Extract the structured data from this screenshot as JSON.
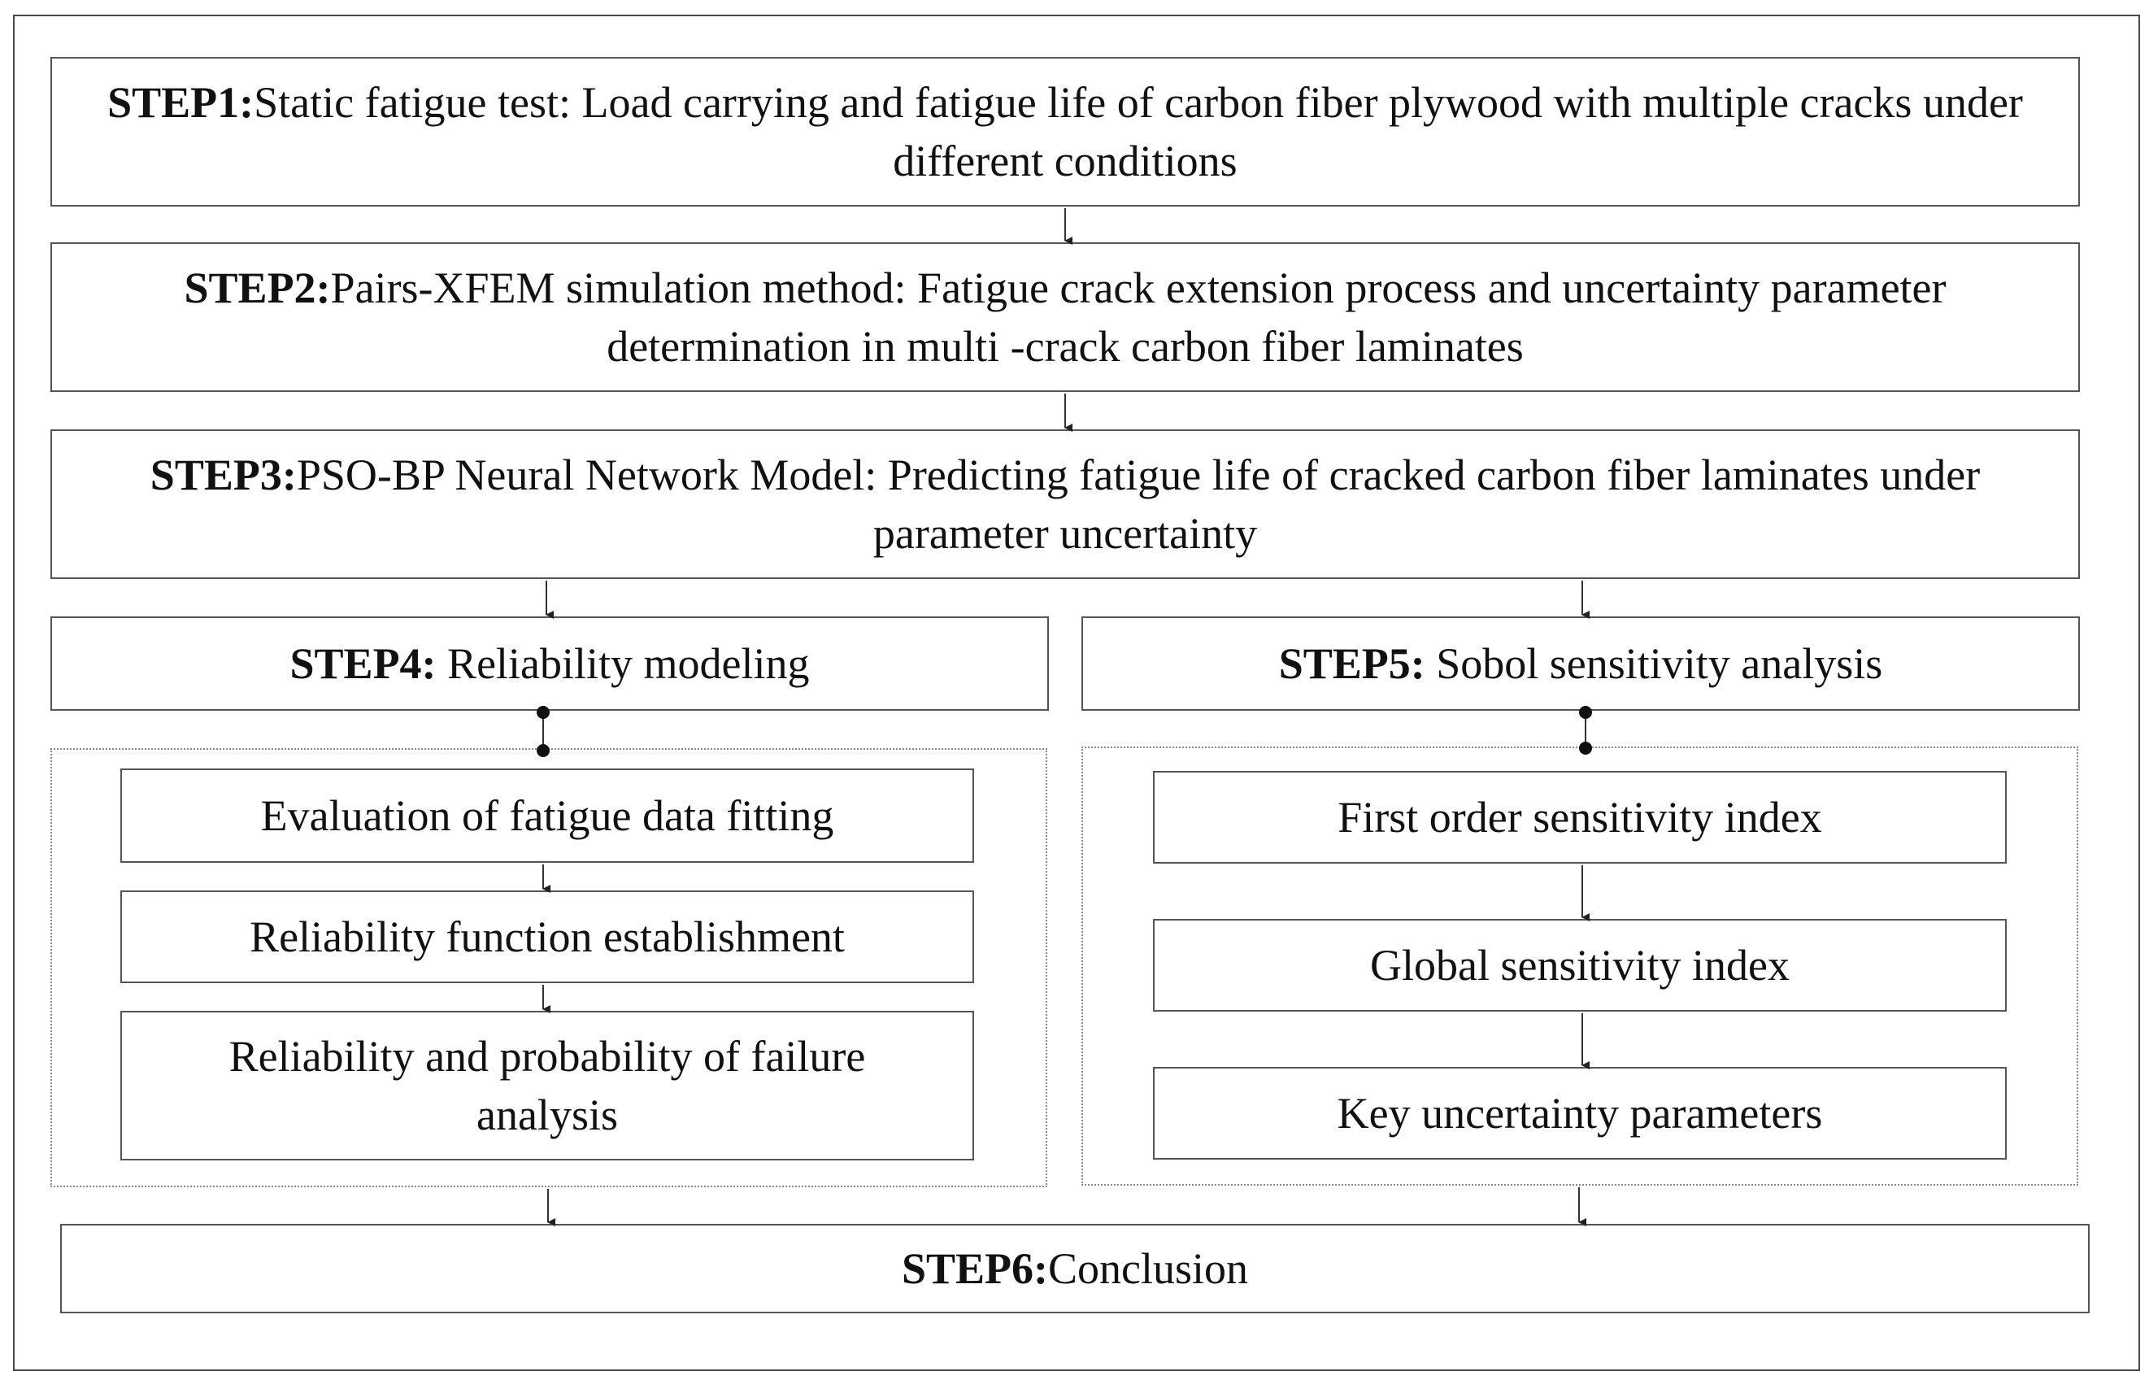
{
  "steps": {
    "step1": {
      "label": "STEP1:",
      "text": "Static fatigue test: Load carrying and fatigue life of carbon fiber plywood with multiple cracks under different conditions"
    },
    "step2": {
      "label": "STEP2:",
      "text": "Pairs-XFEM simulation method: Fatigue crack extension process and uncertainty parameter determination in multi -crack carbon fiber laminates"
    },
    "step3": {
      "label": "STEP3:",
      "text": "PSO-BP Neural Network Model: Predicting fatigue life of cracked carbon fiber laminates under parameter uncertainty"
    },
    "step4": {
      "label": "STEP4:",
      "text": " Reliability modeling"
    },
    "step5": {
      "label": "STEP5:",
      "text": " Sobol sensitivity analysis"
    },
    "step6": {
      "label": "STEP6:",
      "text": "Conclusion"
    }
  },
  "left_substeps": [
    "Evaluation of fatigue data fitting",
    "Reliability function establishment",
    "Reliability and probability of failure analysis"
  ],
  "right_substeps": [
    "First order sensitivity index",
    "Global sensitivity index",
    "Key uncertainty parameters"
  ]
}
